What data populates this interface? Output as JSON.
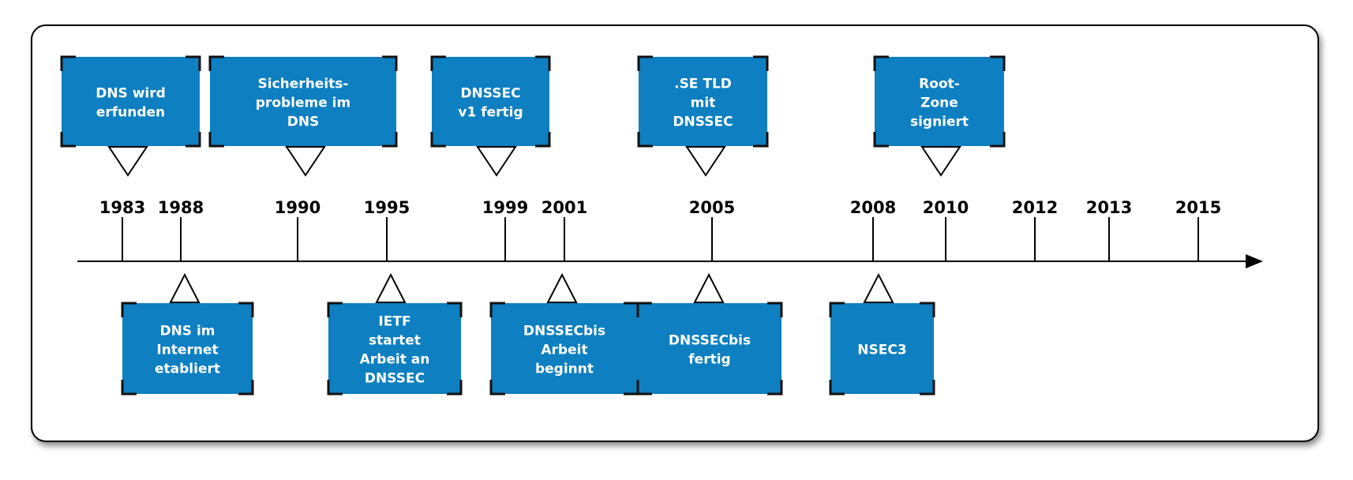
{
  "years": [
    "1983",
    "1988",
    "1990",
    "1995",
    "1999",
    "2001",
    "2005",
    "2008",
    "2010",
    "2012",
    "2013",
    "2015"
  ],
  "events_top": [
    {
      "year": "1983",
      "lines": [
        "DNS wird",
        "erfunden"
      ]
    },
    {
      "year": "1990",
      "lines": [
        "Sicherheits-",
        "probleme im",
        "DNS"
      ]
    },
    {
      "year": "1999",
      "lines": [
        "DNSSEC",
        "v1 fertig"
      ]
    },
    {
      "year": "2005",
      "lines": [
        ".SE TLD",
        "mit",
        "DNSSEC"
      ]
    },
    {
      "year": "2010",
      "lines": [
        "Root-",
        "Zone",
        "signiert"
      ]
    }
  ],
  "events_bottom": [
    {
      "year": "1988",
      "lines": [
        "DNS im",
        "Internet",
        "etabliert"
      ]
    },
    {
      "year": "1995",
      "lines": [
        "IETF",
        "startet",
        "Arbeit an",
        "DNSSEC"
      ]
    },
    {
      "year": "2001",
      "lines": [
        "DNSSECbis",
        "Arbeit",
        "beginnt"
      ]
    },
    {
      "year": "2005",
      "lines": [
        "DNSSECbis",
        "fertig"
      ]
    },
    {
      "year": "2008",
      "lines": [
        "NSEC3"
      ]
    }
  ],
  "colors": {
    "box": "#0e7fc0",
    "box_text": "#ffffff",
    "line": "#000000",
    "frame": "#000000"
  }
}
